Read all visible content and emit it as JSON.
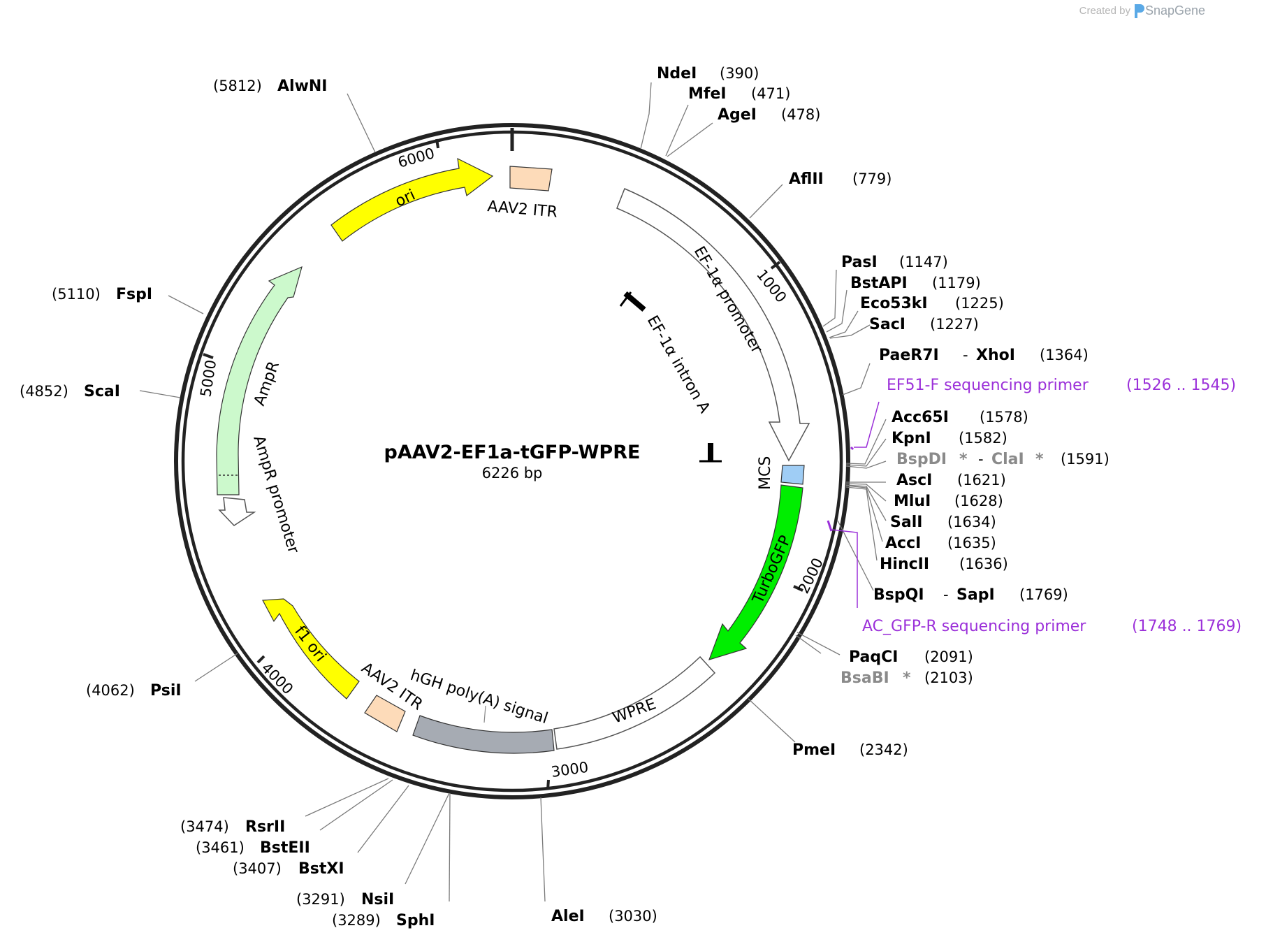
{
  "credit": {
    "prefix": "Created by",
    "brand": "SnapGene"
  },
  "plasmid": {
    "name": "pAAV2-EF1a-tGFP-WPRE",
    "length_label": "6226 bp"
  },
  "ticks": [
    "1000",
    "2000",
    "3000",
    "4000",
    "5000",
    "6000"
  ],
  "features": [
    {
      "label": "AAV2 ITR",
      "color": "#fddbb9"
    },
    {
      "label": "EF-1α promoter",
      "color": "#ffffff"
    },
    {
      "label": "EF-1α intron A",
      "color": "#000000"
    },
    {
      "label": "MCS",
      "color": "#9fcdf5"
    },
    {
      "label": "TurboGFP",
      "color": "#00ee00"
    },
    {
      "label": "WPRE",
      "color": "#ffffff"
    },
    {
      "label": "hGH poly(A) signal",
      "color": "#a6abb3"
    },
    {
      "label": "AAV2 ITR",
      "color": "#fddbb9"
    },
    {
      "label": "f1 ori",
      "color": "#ffff00"
    },
    {
      "label": "AmpR promoter",
      "color": "#ffffff"
    },
    {
      "label": "AmpR",
      "color": "#ccf9cc"
    },
    {
      "label": "ori",
      "color": "#ffff00"
    }
  ],
  "enzymes": [
    {
      "name": "NdeI",
      "pos": "(390)"
    },
    {
      "name": "MfeI",
      "pos": "(471)"
    },
    {
      "name": "AgeI",
      "pos": "(478)"
    },
    {
      "name": "AflII",
      "pos": "(779)"
    },
    {
      "name": "PasI",
      "pos": "(1147)"
    },
    {
      "name": "BstAPI",
      "pos": "(1179)"
    },
    {
      "name": "Eco53kI",
      "pos": "(1225)"
    },
    {
      "name": "SacI",
      "pos": "(1227)"
    },
    {
      "name": "PaeR7I",
      "name2": "XhoI",
      "pos": "(1364)"
    },
    {
      "name": "Acc65I",
      "pos": "(1578)"
    },
    {
      "name": "KpnI",
      "pos": "(1582)"
    },
    {
      "name": "BspDI",
      "name2": "ClaI",
      "pos": "(1591)",
      "gray": true
    },
    {
      "name": "AscI",
      "pos": "(1621)"
    },
    {
      "name": "MluI",
      "pos": "(1628)"
    },
    {
      "name": "SalI",
      "pos": "(1634)"
    },
    {
      "name": "AccI",
      "pos": "(1635)"
    },
    {
      "name": "HincII",
      "pos": "(1636)"
    },
    {
      "name": "BspQI",
      "name2": "SapI",
      "pos": "(1769)"
    },
    {
      "name": "PaqCI",
      "pos": "(2091)"
    },
    {
      "name": "BsaBI",
      "pos": "(2103)",
      "gray": true
    },
    {
      "name": "PmeI",
      "pos": "(2342)"
    },
    {
      "name": "AleI",
      "pos": "(3030)"
    },
    {
      "name": "SphI",
      "pos": "(3289)"
    },
    {
      "name": "NsiI",
      "pos": "(3291)"
    },
    {
      "name": "BstXI",
      "pos": "(3407)"
    },
    {
      "name": "BstEII",
      "pos": "(3461)"
    },
    {
      "name": "RsrII",
      "pos": "(3474)"
    },
    {
      "name": "PsiI",
      "pos": "(4062)"
    },
    {
      "name": "ScaI",
      "pos": "(4852)"
    },
    {
      "name": "FspI",
      "pos": "(5110)"
    },
    {
      "name": "AlwNI",
      "pos": "(5812)"
    }
  ],
  "primers": [
    {
      "name": "EF51-F sequencing primer",
      "range": "(1526 .. 1545)",
      "color": "#9b30d9"
    },
    {
      "name": "AC_GFP-R sequencing primer",
      "range": "(1748 .. 1769)",
      "color": "#9b30d9"
    }
  ],
  "star": "*",
  "dash": "-"
}
